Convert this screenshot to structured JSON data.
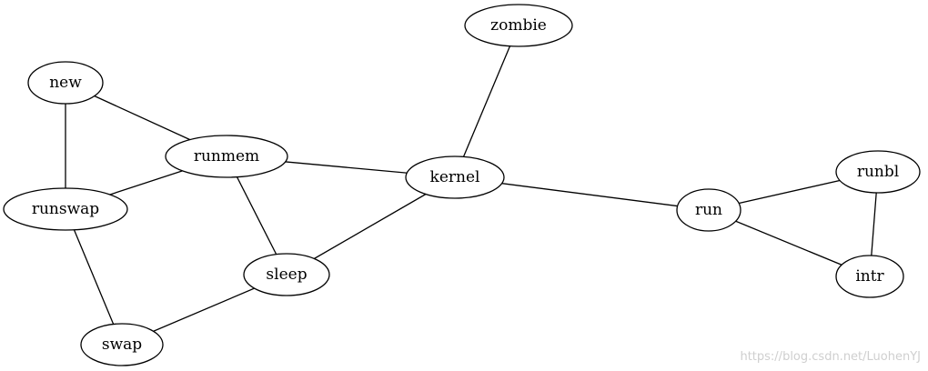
{
  "graph": {
    "nodes": [
      {
        "id": "zombie",
        "label": "zombie"
      },
      {
        "id": "new",
        "label": "new"
      },
      {
        "id": "runmem",
        "label": "runmem"
      },
      {
        "id": "kernel",
        "label": "kernel"
      },
      {
        "id": "runswap",
        "label": "runswap"
      },
      {
        "id": "sleep",
        "label": "sleep"
      },
      {
        "id": "swap",
        "label": "swap"
      },
      {
        "id": "run",
        "label": "run"
      },
      {
        "id": "runbl",
        "label": "runbl"
      },
      {
        "id": "intr",
        "label": "intr"
      }
    ],
    "edges": [
      [
        "zombie",
        "kernel"
      ],
      [
        "new",
        "runmem"
      ],
      [
        "new",
        "runswap"
      ],
      [
        "runmem",
        "runswap"
      ],
      [
        "runmem",
        "kernel"
      ],
      [
        "runmem",
        "sleep"
      ],
      [
        "kernel",
        "sleep"
      ],
      [
        "kernel",
        "run"
      ],
      [
        "runswap",
        "swap"
      ],
      [
        "sleep",
        "swap"
      ],
      [
        "run",
        "runbl"
      ],
      [
        "run",
        "intr"
      ],
      [
        "runbl",
        "intr"
      ]
    ]
  },
  "watermark": "https://blog.csdn.net/LuohenYJ"
}
